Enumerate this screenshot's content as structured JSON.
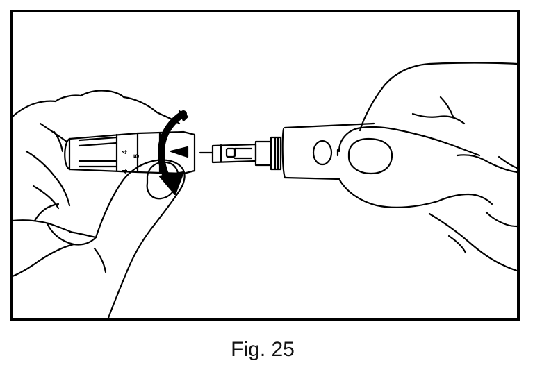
{
  "illustration": {
    "dial_labels": [
      "4",
      "5",
      "4"
    ],
    "line_color": "#000000",
    "background_color": "#ffffff"
  },
  "caption": {
    "text": "Fig. 25"
  }
}
